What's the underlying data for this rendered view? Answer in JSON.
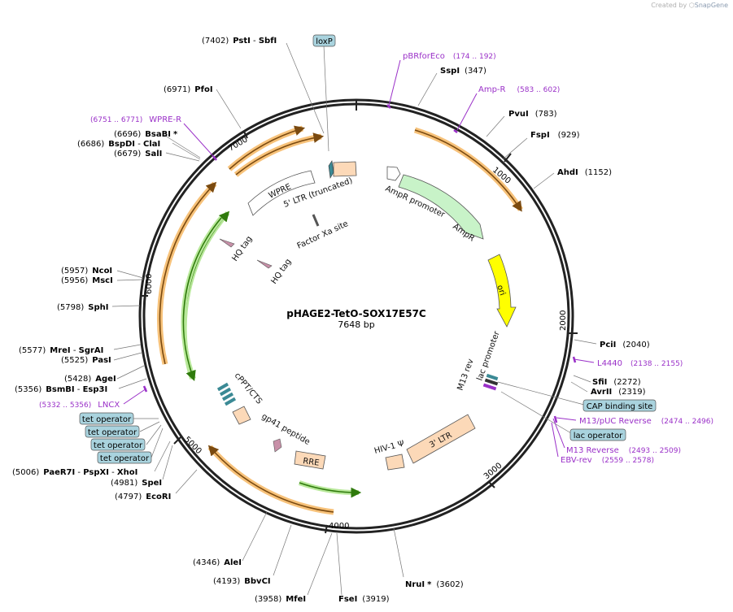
{
  "app": {
    "credit_prefix": "Created by",
    "credit_brand": "SnapGene"
  },
  "map": {
    "name": "pHAGE2-TetO-SOX17E57C",
    "length": "7648 bp",
    "total_bp": 7648,
    "ticks": [
      "1000",
      "2000",
      "3000",
      "4000",
      "5000",
      "6000",
      "7000"
    ],
    "colors": {
      "backbone": "#222222",
      "feature_orange": "#f7c27a",
      "feature_green": "#3a9a10",
      "primer": "#9a30c8",
      "ampr": "#c8f3c8",
      "ori": "#ffff00",
      "ltr": "#fcd9b8",
      "tet": "#3b8a95",
      "box_blue": "#a9d3de"
    }
  },
  "sites": [
    {
      "name": "PstI",
      "sep": " - ",
      "name2": "SbfI",
      "star": false,
      "pos": "(7402)",
      "side": "left"
    },
    {
      "name": "PfoI",
      "star": false,
      "pos": "(6971)",
      "side": "left"
    },
    {
      "name": "BsaBI",
      "star": true,
      "pos": "(6696)",
      "side": "left"
    },
    {
      "name": "BspDI",
      "sep": " - ",
      "name2": "ClaI",
      "star": false,
      "pos": "(6686)",
      "side": "left"
    },
    {
      "name": "SalI",
      "star": false,
      "pos": "(6679)",
      "side": "left"
    },
    {
      "name": "NcoI",
      "star": false,
      "pos": "(5957)",
      "side": "left"
    },
    {
      "name": "MscI",
      "star": false,
      "pos": "(5956)",
      "side": "left"
    },
    {
      "name": "SphI",
      "star": false,
      "pos": "(5798)",
      "side": "left"
    },
    {
      "name": "MreI",
      "sep": " - ",
      "name2": "SgrAI",
      "star": false,
      "pos": "(5577)",
      "side": "left"
    },
    {
      "name": "PasI",
      "star": false,
      "pos": "(5525)",
      "side": "left"
    },
    {
      "name": "AgeI",
      "star": false,
      "pos": "(5428)",
      "side": "left"
    },
    {
      "name": "BsmBI",
      "sep": " - ",
      "name2": "Esp3I",
      "star": false,
      "pos": "(5356)",
      "side": "left"
    },
    {
      "name": "PaeR7I",
      "sep": " - ",
      "name2": "PspXI",
      "sep2": " - ",
      "name3": "XhoI",
      "star": false,
      "pos": "(5006)",
      "side": "left"
    },
    {
      "name": "SpeI",
      "star": false,
      "pos": "(4981)",
      "side": "left"
    },
    {
      "name": "EcoRI",
      "star": false,
      "pos": "(4797)",
      "side": "left"
    },
    {
      "name": "AleI",
      "star": false,
      "pos": "(4346)",
      "side": "left"
    },
    {
      "name": "BbvCI",
      "star": false,
      "pos": "(4193)",
      "side": "left"
    },
    {
      "name": "MfeI",
      "star": false,
      "pos": "(3958)",
      "side": "left"
    },
    {
      "name": "FseI",
      "star": false,
      "pos": "(3919)",
      "side": "right"
    },
    {
      "name": "NruI",
      "star": true,
      "pos": "(3602)",
      "side": "right"
    },
    {
      "name": "SspI",
      "star": false,
      "pos": "(347)",
      "side": "right"
    },
    {
      "name": "PvuI",
      "star": false,
      "pos": "(783)",
      "side": "right"
    },
    {
      "name": "FspI",
      "star": false,
      "pos": "(929)",
      "side": "right"
    },
    {
      "name": "AhdI",
      "star": false,
      "pos": "(1152)",
      "side": "right"
    },
    {
      "name": "PciI",
      "star": false,
      "pos": "(2040)",
      "side": "right"
    },
    {
      "name": "SfiI",
      "star": false,
      "pos": "(2272)",
      "side": "right"
    },
    {
      "name": "AvrII",
      "star": false,
      "pos": "(2319)",
      "side": "right"
    }
  ],
  "primers": [
    {
      "name": "pBRforEco",
      "range": "(174 .. 192)",
      "side": "right"
    },
    {
      "name": "Amp-R",
      "range": "(583 .. 602)",
      "side": "right"
    },
    {
      "name": "L4440",
      "range": "(2138 .. 2155)",
      "side": "right"
    },
    {
      "name": "M13/pUC Reverse",
      "range": "(2474 .. 2496)",
      "side": "right"
    },
    {
      "name": "M13 Reverse",
      "range": "(2493 .. 2509)",
      "side": "right"
    },
    {
      "name": "EBV-rev",
      "range": "(2559 .. 2578)",
      "side": "right"
    },
    {
      "name": "WPRE-R",
      "range": "(6751 .. 6771)",
      "side": "left"
    },
    {
      "name": "LNCX",
      "range": "(5332 .. 5356)",
      "side": "left"
    }
  ],
  "boxed_labels": [
    "loxP",
    "CAP binding site",
    "lac operator",
    "tet operator",
    "tet operator",
    "tet operator",
    "tet operator"
  ],
  "features": [
    "5' LTR (truncated)",
    "AmpR promoter",
    "AmpR",
    "ori",
    "M13 rev",
    "lac promoter",
    "3' LTR",
    "HIV-1 Ψ",
    "RRE",
    "gp41 peptide",
    "cPPT/CTS",
    "WPRE",
    "Factor Xa site",
    "HQ tag",
    "HQ tag"
  ]
}
